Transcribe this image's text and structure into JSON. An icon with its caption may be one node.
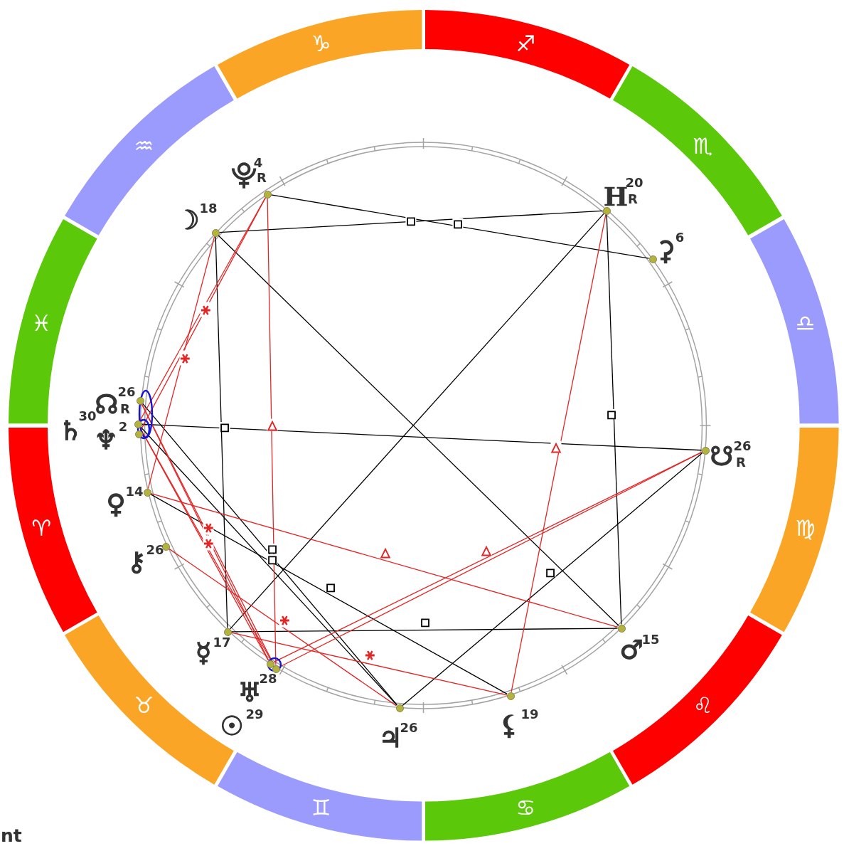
{
  "diagram": {
    "nodes": [
      {
        "text": [
          "♈"
        ]
      },
      {
        "text": [
          "♉"
        ]
      },
      {
        "text": [
          "♊"
        ]
      },
      {
        "text": [
          "♋"
        ]
      },
      {
        "text": [
          "♌"
        ]
      },
      {
        "text": [
          "♍"
        ]
      },
      {
        "text": [
          "♎"
        ]
      },
      {
        "text": [
          "♏"
        ]
      },
      {
        "text": [
          "♐"
        ]
      },
      {
        "text": [
          "♑"
        ]
      },
      {
        "text": [
          "♒"
        ]
      },
      {
        "text": [
          "♓"
        ]
      },
      {
        "text": [],
        "shape": "circle",
        "beside": [
          "⯓",
          "4",
          "R"
        ]
      },
      {
        "text": [],
        "shape": "circle",
        "beside": [
          "H",
          "20",
          "R"
        ]
      },
      {
        "text": [],
        "shape": "circle",
        "beside": [
          "☽",
          "18"
        ]
      },
      {
        "text": [],
        "shape": "circle",
        "beside": [
          "⚳",
          "6"
        ]
      },
      {
        "text": [],
        "shape": "circle",
        "beside": [
          "☊",
          "26",
          "R"
        ]
      },
      {
        "text": [],
        "shape": "circle",
        "beside": [
          "♄",
          "30"
        ]
      },
      {
        "text": [],
        "shape": "circle",
        "beside": [
          "♆",
          "2"
        ]
      },
      {
        "text": [],
        "shape": "circle",
        "beside": [
          "♀",
          "14"
        ]
      },
      {
        "text": [],
        "shape": "circle",
        "beside": [
          "☋",
          "26",
          "R"
        ]
      },
      {
        "text": [],
        "shape": "circle",
        "beside": [
          "⚷",
          "26"
        ]
      },
      {
        "text": [],
        "shape": "circle",
        "beside": [
          "♂",
          "15"
        ]
      },
      {
        "text": [],
        "shape": "circle",
        "beside": [
          "☿",
          "17"
        ]
      },
      {
        "text": [],
        "shape": "circle",
        "beside": [
          "♅",
          "28"
        ]
      },
      {
        "text": [],
        "shape": "circle",
        "beside": [
          "☉",
          "29"
        ]
      },
      {
        "text": [],
        "shape": "circle",
        "beside": [
          "⚸",
          "19"
        ]
      },
      {
        "text": [],
        "shape": "circle",
        "beside": [
          "♃",
          "26"
        ]
      }
    ],
    "edges": [
      {
        "from": 12,
        "to": 15,
        "arrow": "none",
        "label": "□",
        "color": "#000000"
      },
      {
        "from": 14,
        "to": 13,
        "arrow": "none",
        "label": "□",
        "color": "#000000"
      },
      {
        "from": 14,
        "to": 23,
        "arrow": "none",
        "label": "□",
        "color": "#000000"
      },
      {
        "from": 14,
        "to": 22,
        "arrow": "none",
        "color": "#000000"
      },
      {
        "from": 13,
        "to": 23,
        "arrow": "none",
        "color": "#000000"
      },
      {
        "from": 13,
        "to": 22,
        "arrow": "none",
        "label": "□",
        "color": "#000000"
      },
      {
        "from": 17,
        "to": 20,
        "arrow": "none",
        "color": "#000000"
      },
      {
        "from": 16,
        "to": 27,
        "arrow": "none",
        "label": "□",
        "color": "#000000"
      },
      {
        "from": 17,
        "to": 27,
        "arrow": "none",
        "label": "□",
        "color": "#000000"
      },
      {
        "from": 19,
        "to": 26,
        "arrow": "none",
        "label": "□",
        "color": "#000000"
      },
      {
        "from": 27,
        "to": 20,
        "arrow": "none",
        "label": "□",
        "color": "#000000"
      },
      {
        "from": 23,
        "to": 22,
        "arrow": "none",
        "label": "□",
        "color": "#000000"
      },
      {
        "from": 12,
        "to": 25,
        "arrow": "none",
        "label": "△"
      },
      {
        "from": 12,
        "to": 18,
        "arrow": "none",
        "label": "⚹"
      },
      {
        "from": 12,
        "to": 17,
        "arrow": "none"
      },
      {
        "from": 14,
        "to": 19,
        "arrow": "none",
        "label": "⚹"
      },
      {
        "from": 16,
        "to": 24,
        "arrow": "none",
        "label": "⚹"
      },
      {
        "from": 16,
        "to": 25,
        "arrow": "none"
      },
      {
        "from": 17,
        "to": 24,
        "arrow": "none",
        "label": "⚹"
      },
      {
        "from": 17,
        "to": 25,
        "arrow": "none"
      },
      {
        "from": 19,
        "to": 22,
        "arrow": "none",
        "label": "△"
      },
      {
        "from": 21,
        "to": 27,
        "arrow": "none",
        "label": "⚹"
      },
      {
        "from": 23,
        "to": 26,
        "arrow": "none",
        "label": "⚹"
      },
      {
        "from": 13,
        "to": 26,
        "arrow": "none",
        "label": "△"
      },
      {
        "from": 25,
        "to": 20,
        "arrow": "none",
        "label": "△"
      },
      {
        "from": 24,
        "to": 20,
        "arrow": "none"
      }
    ],
    "labels": [
      "nt"
    ]
  }
}
